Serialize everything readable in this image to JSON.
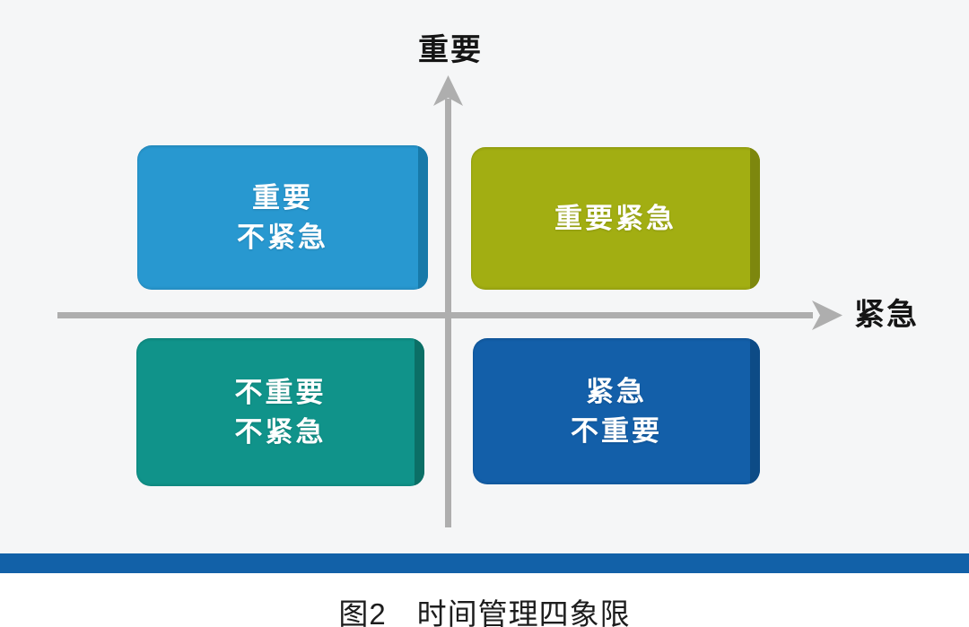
{
  "colors": {
    "background": "#f5f6f7",
    "axis": "#aeaeae",
    "bar": "#1261a8",
    "label_text": "#151515"
  },
  "axes": {
    "y_label": "重要",
    "x_label": "紧急"
  },
  "quadrants": [
    {
      "id": "important-not-urgent",
      "lines": [
        "重要",
        "不紧急"
      ],
      "color": "#2898d0",
      "edge": "#1779a9"
    },
    {
      "id": "important-urgent",
      "lines": [
        "重要紧急"
      ],
      "color": "#a2ae12",
      "edge": "#7d870e"
    },
    {
      "id": "not-important-not-urgent",
      "lines": [
        "不重要",
        "不紧急"
      ],
      "color": "#10938a",
      "edge": "#0b6f66"
    },
    {
      "id": "urgent-not-important",
      "lines": [
        "紧急",
        "不重要"
      ],
      "color": "#135fa9",
      "edge": "#0d4b86"
    }
  ],
  "caption": "图2　时间管理四象限"
}
